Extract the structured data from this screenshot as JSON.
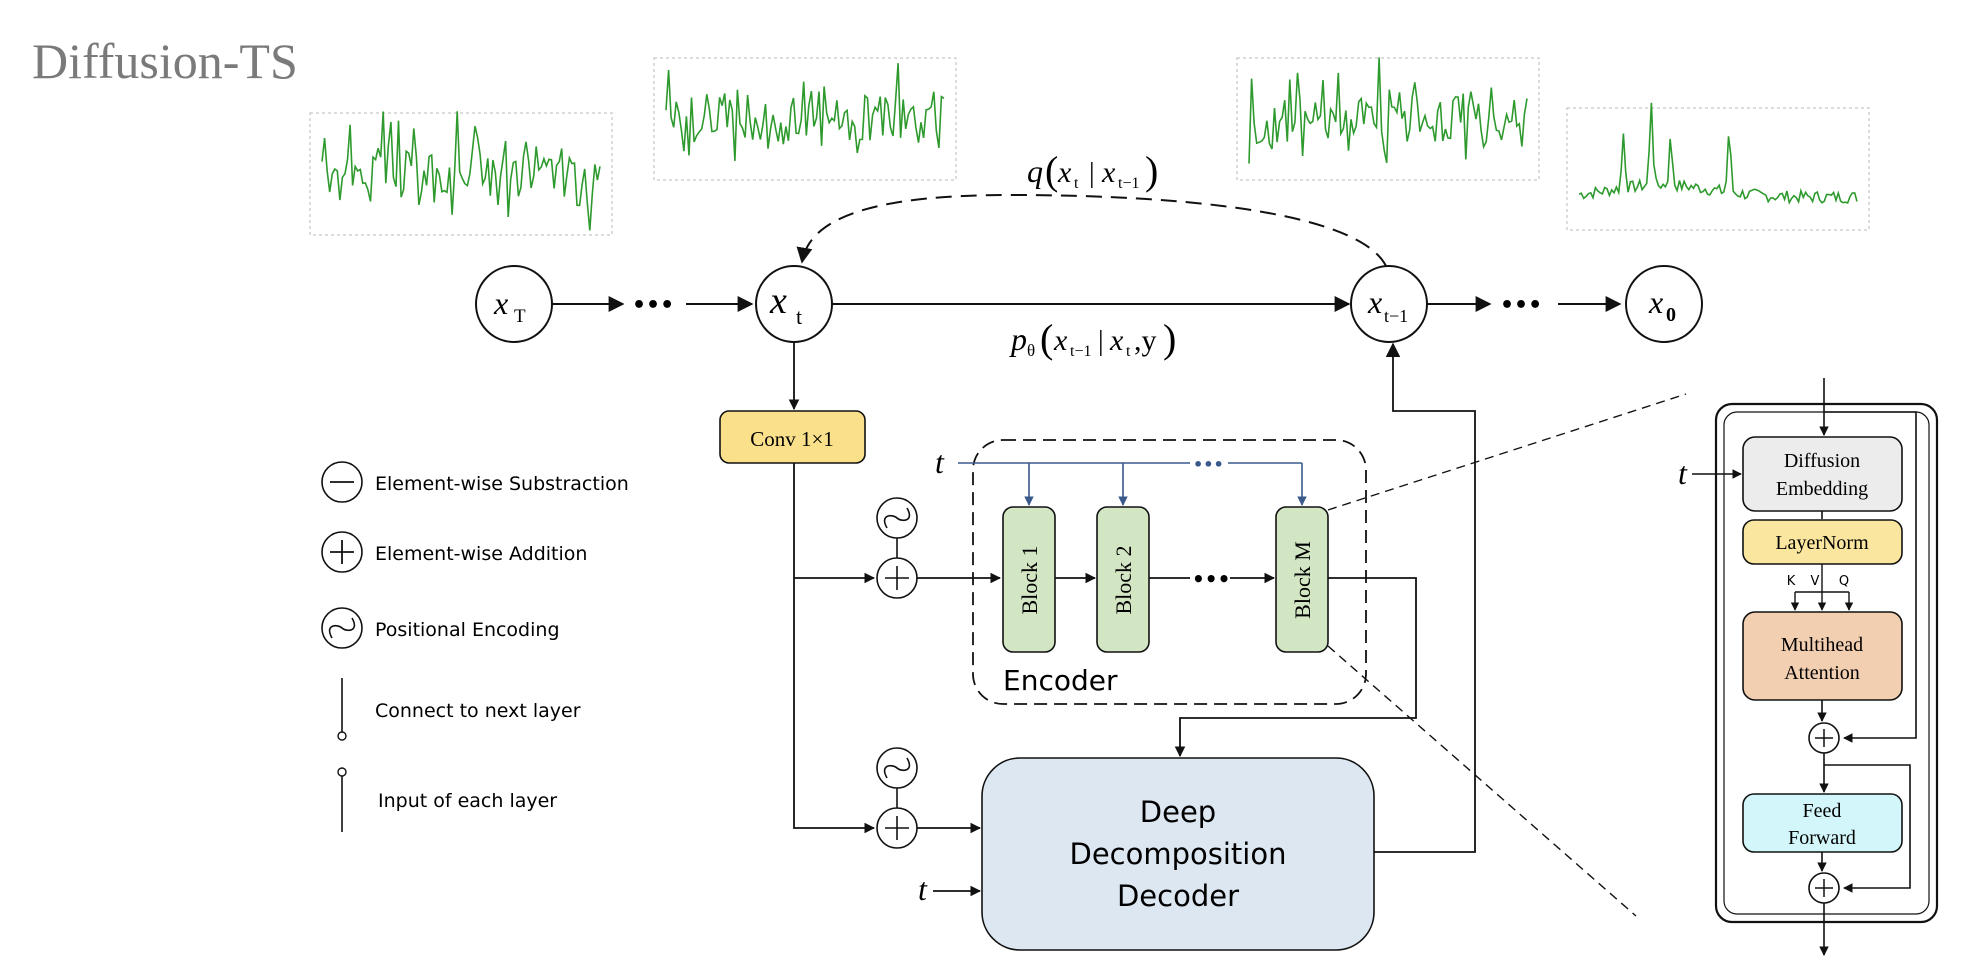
{
  "title": "Diffusion-TS",
  "nodes": {
    "xT": {
      "base": "x",
      "sub": "T"
    },
    "xt": {
      "base": "x",
      "sub": "t"
    },
    "xt1": {
      "base": "x",
      "sub": "t−1"
    },
    "x0": {
      "base": "x",
      "sub": "0"
    }
  },
  "labels": {
    "ellipsis": "•••",
    "forward": {
      "q": "q",
      "x": "x",
      "t": "t",
      "bar": "|",
      "x2": "x",
      "t1": "t−1",
      "lp": "(",
      "rp": ")"
    },
    "reverse": {
      "p": "p",
      "theta": "θ",
      "x": "x",
      "t1": "t−1",
      "bar": "|",
      "x2": "x",
      "t": "t",
      "y": ",y",
      "lp": "(",
      "rp": ")"
    },
    "t_symbol": "t"
  },
  "conv": "Conv 1×1",
  "encoder": {
    "label": "Encoder",
    "blocks": [
      "Block 1",
      "Block 2",
      "Block M"
    ]
  },
  "decoder": {
    "line1": "Deep",
    "line2": "Decomposition",
    "line3": "Decoder"
  },
  "legend": [
    {
      "icon": "minus-circle-icon",
      "label": "Element-wise Substraction"
    },
    {
      "icon": "plus-circle-icon",
      "label": "Element-wise Addition"
    },
    {
      "icon": "positional-encoding-icon",
      "label": "Positional Encoding"
    },
    {
      "icon": "connect-next-layer-icon",
      "label": "Connect to next layer"
    },
    {
      "icon": "input-each-layer-icon",
      "label": "Input of each layer"
    }
  ],
  "detail": {
    "diffusion_embedding": {
      "line1": "Diffusion",
      "line2": "Embedding"
    },
    "layernorm": "LayerNorm",
    "kvq": {
      "k": "K",
      "v": "V",
      "q": "Q"
    },
    "attention": {
      "line1": "Multihead",
      "line2": "Attention"
    },
    "feed_forward": {
      "line1": "Feed",
      "line2": "Forward"
    }
  },
  "colors": {
    "signal": "#2e9a2e",
    "conv": "#fbe08c",
    "block": "#d3e6c4",
    "decoder": "#dde7f2",
    "embedding": "#ececec",
    "layernorm": "#fbe6a0",
    "attention": "#f3cfb1",
    "feed_forward": "#d2f6f9",
    "title": "#7a7a7a",
    "encoder_arrow": "#3a5a8c"
  }
}
